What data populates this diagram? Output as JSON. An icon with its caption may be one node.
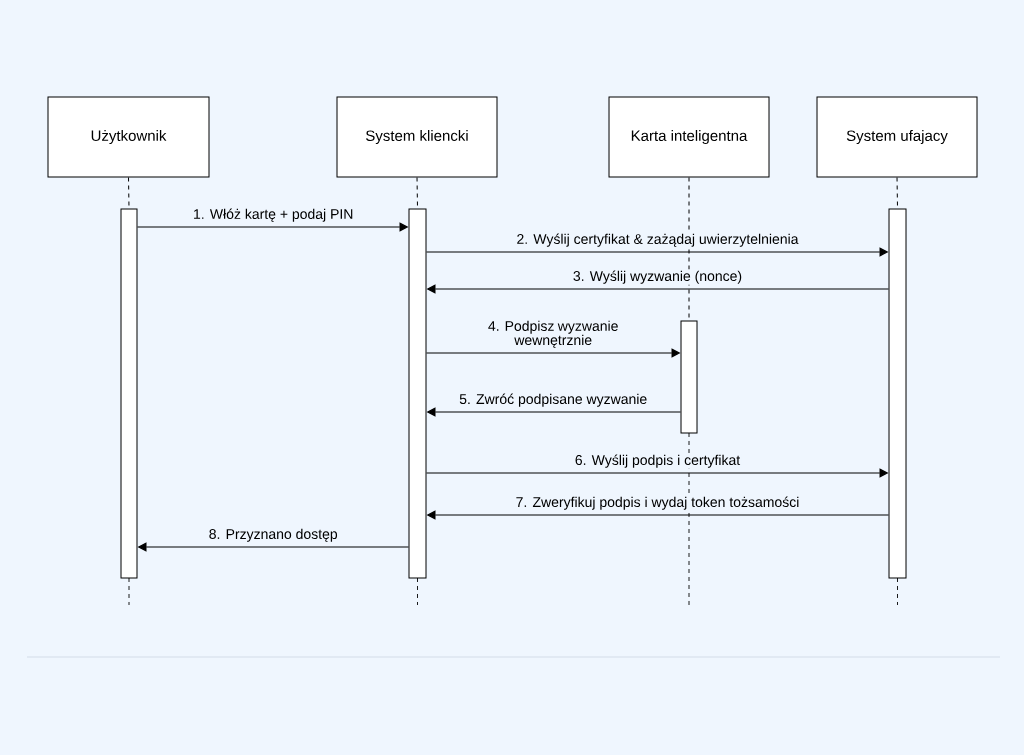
{
  "diagram": {
    "nodes": [
      {
        "text": [
          "Użytkownik"
        ]
      },
      {
        "text": [
          "System kliencki"
        ]
      },
      {
        "text": [
          "Karta inteligentna"
        ]
      },
      {
        "text": [
          "System ufajacy"
        ]
      },
      {
        "text": [],
        "shape": "bar"
      },
      {
        "text": [],
        "shape": "bar"
      },
      {
        "text": [],
        "shape": "bar"
      },
      {
        "text": [],
        "shape": "bar"
      }
    ],
    "edges": [
      {
        "from": 0,
        "to": 4,
        "arrow": "none",
        "style": "dashed"
      },
      {
        "from": 1,
        "to": 5,
        "arrow": "none",
        "style": "dashed"
      },
      {
        "from": 2,
        "to": 6,
        "arrow": "none",
        "style": "dashed"
      },
      {
        "from": 3,
        "to": 7,
        "arrow": "none",
        "style": "dashed"
      },
      {
        "from": 4,
        "to": 5,
        "arrow": "to",
        "label": "1. Włóż kartę + podaj PIN"
      },
      {
        "from": 5,
        "to": 7,
        "arrow": "to",
        "label": "2. Wyślij certyfikat & zażądaj uwierzytelnienia"
      },
      {
        "from": 7,
        "to": 5,
        "arrow": "to",
        "label": "3. Wyślij wyzwanie (nonce)"
      },
      {
        "from": 5,
        "to": 6,
        "arrow": "to",
        "label": "4. Podpisz wyzwanie wewnętrznie"
      },
      {
        "from": 6,
        "to": 5,
        "arrow": "to",
        "label": "5. Zwróć podpisane wyzwanie"
      },
      {
        "from": 5,
        "to": 7,
        "arrow": "to",
        "label": "6. Wyślij podpis i certyfikat"
      },
      {
        "from": 7,
        "to": 5,
        "arrow": "to",
        "label": "7. Zweryfikuj podpis i wydaj token tożsamości"
      },
      {
        "from": 5,
        "to": 4,
        "arrow": "to",
        "label": "8. Przyznano dostęp"
      }
    ]
  }
}
